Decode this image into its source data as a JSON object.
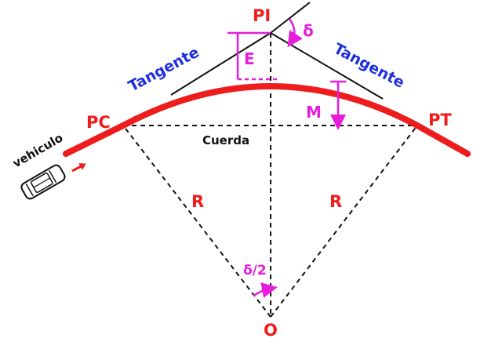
{
  "labels": {
    "pi": "PI",
    "pc": "PC",
    "pt": "PT",
    "o": "O",
    "tangent_left": "Tangente",
    "tangent_right": "Tangente",
    "external": "E",
    "middle_ordinate": "M",
    "chord": "Cuerda",
    "radius_left": "R",
    "radius_right": "R",
    "delta": "δ",
    "half_delta": "δ/2",
    "vehicle": "vehiculo"
  },
  "colors": {
    "curve": "#ee1c1c",
    "points": "#ee1c1c",
    "tangent_text": "#1f2fe0",
    "measure": "#e61edb",
    "lines": "#111111"
  },
  "icons": {
    "vehicle": "car-outline-icon",
    "direction": "arrow-right-icon"
  }
}
